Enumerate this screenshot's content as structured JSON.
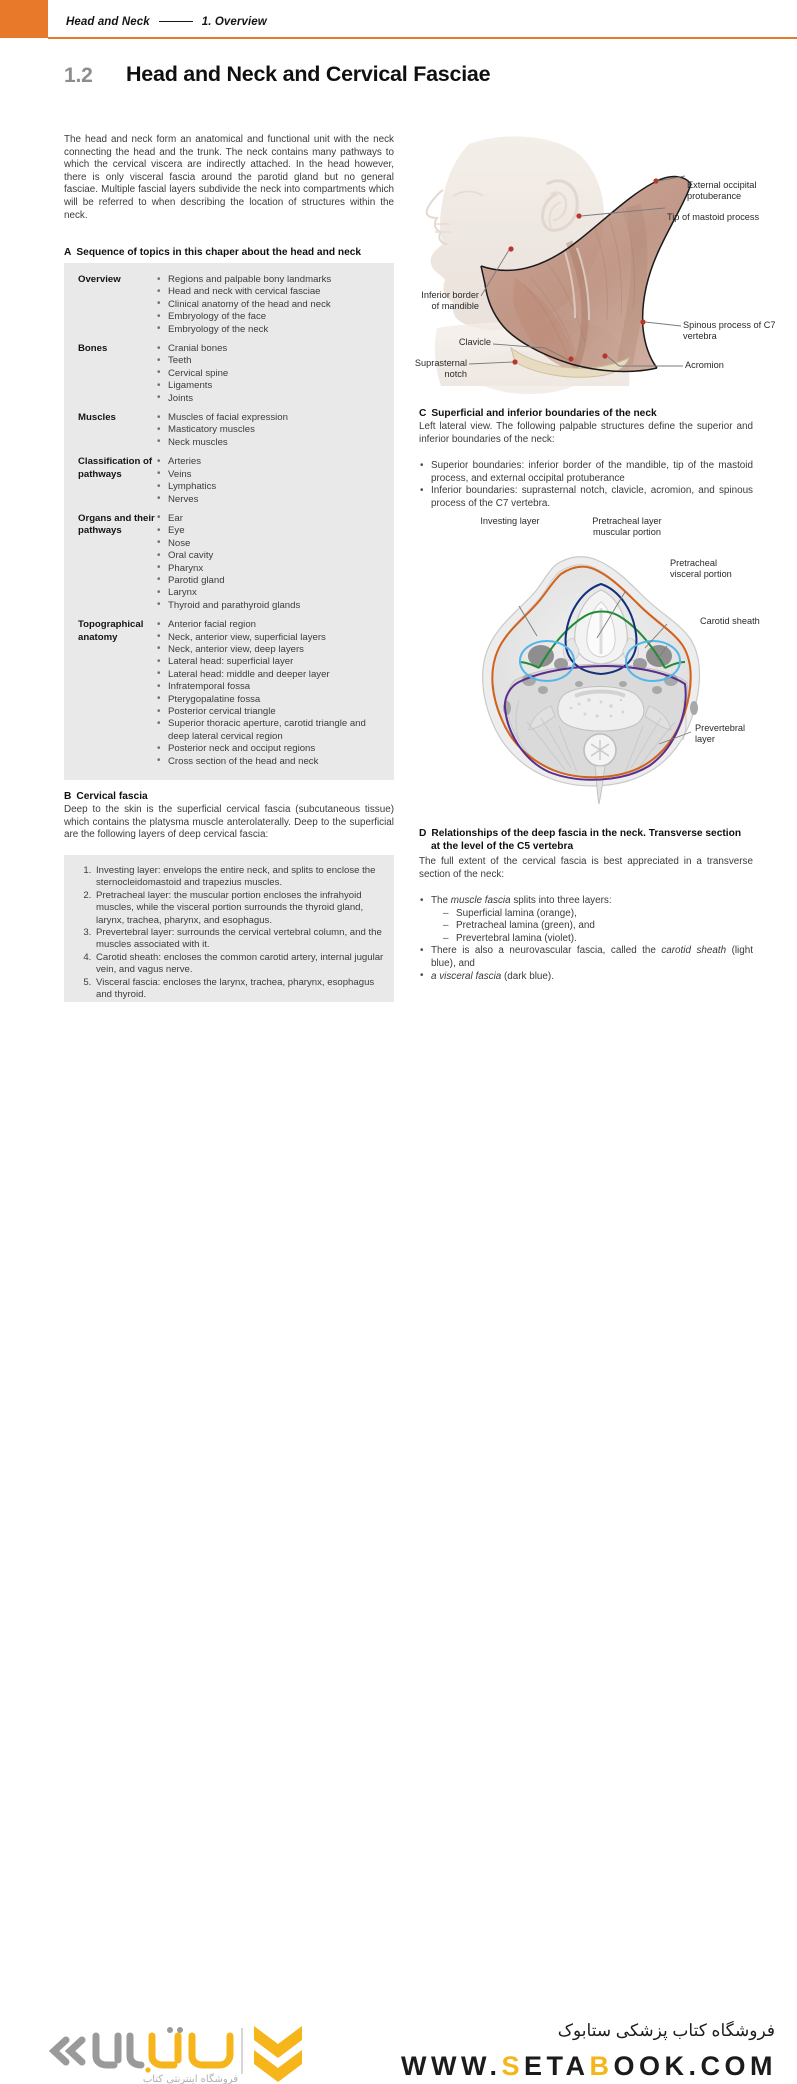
{
  "header": {
    "chapter": "Head and Neck",
    "section": "1.  Overview"
  },
  "title": {
    "number": "1.2",
    "text": "Head and Neck and Cervical Fasciae"
  },
  "intro": "The head and neck form an anatomical and functional unit with the neck connecting the head and the trunk. The neck contains many pathways to which the cervical viscera are indirectly attached. In the head however, there is only visceral fascia around the parotid gland but no general fasciae. Multiple fascial layers subdivide the neck into compartments which will be referred to when describing  the location of structures within the neck.",
  "section_a": {
    "letter": "A",
    "heading": "Sequence of topics in this chaper about the head and neck",
    "groups": [
      {
        "label": "Overview",
        "items": [
          "Regions and palpable bony landmarks",
          "Head and neck with cervical fasciae",
          "Clinical anatomy of the head and neck",
          "Embryology of the face",
          "Embryology of the neck"
        ]
      },
      {
        "label": "Bones",
        "items": [
          "Cranial bones",
          "Teeth",
          "Cervical spine",
          "Ligaments",
          "Joints"
        ]
      },
      {
        "label": "Muscles",
        "items": [
          "Muscles of facial expression",
          "Masticatory muscles",
          "Neck muscles"
        ]
      },
      {
        "label": "Classification of pathways",
        "items": [
          "Arteries",
          "Veins",
          "Lymphatics",
          "Nerves"
        ]
      },
      {
        "label": "Organs and their pathways",
        "items": [
          "Ear",
          "Eye",
          "Nose",
          "Oral cavity",
          "Pharynx",
          "Parotid gland",
          "Larynx",
          "Thyroid and parathyroid glands"
        ]
      },
      {
        "label": "Topographical anatomy",
        "items": [
          "Anterior facial region",
          "Neck, anterior view, superficial layers",
          "Neck, anterior view, deep layers",
          "Lateral head: superficial layer",
          "Lateral head: middle and deeper layer",
          "Infratemporal fossa",
          "Pterygopalatine fossa",
          "Posterior cervical triangle",
          "Superior thoracic aperture, carotid triangle and deep lateral cervical region",
          "Posterior neck and occiput regions",
          "Cross section of the head and neck"
        ]
      }
    ]
  },
  "section_b": {
    "letter": "B",
    "heading": "Cervical fascia",
    "body": "Deep to the skin is the superficial cervical fascia (subcutaneous tissue) which contains the platysma muscle anterolaterally. Deep to the superficial are the following layers of deep cervical fascia:",
    "layers": [
      "Investing layer: envelops the entire neck, and splits to enclose the sternocleidomastoid and trapezius muscles.",
      "Pretracheal layer: the muscular portion encloses the infrahyoid muscles, while the visceral portion surrounds the thyroid gland, larynx, trachea, pharynx, and esophagus.",
      "Prevertebral layer: surrounds the cervical vertebral column, and the muscles associated with it.",
      "Carotid sheath: encloses the common carotid artery, internal jugular vein, and vagus nerve.",
      "Visceral fascia: encloses the larynx, trachea, pharynx, esophagus and thyroid."
    ]
  },
  "section_c": {
    "letter": "C",
    "heading": "Superficial and inferior boundaries of the neck",
    "body": "Left lateral view. The following palpable structures define the superior and inferior boundaries of the neck:",
    "bullets": [
      "Superior boundaries: inferior border of the mandible, tip of the mastoid process, and external occipital protuberance",
      "Inferior boundaries: suprasternal notch, clavicle, acromion, and spinous process of the C7 vertebra."
    ],
    "figure_labels": {
      "external_occipital": "External occipital protuberance",
      "mastoid": "Tip of mastoid process",
      "mandible": "Inferior border of mandible",
      "clavicle": "Clavicle",
      "suprasternal": "Suprasternal notch",
      "spinous": "Spinous process of C7 vertebra",
      "acromion": "Acromion"
    }
  },
  "section_d": {
    "letter": "D",
    "heading_line1": "Relationships of the deep fascia in the neck. Transverse section",
    "heading_line2": "at the level of the C5 vertebra",
    "body": "The full extent of the cervical fascia is best appreciated in a transverse section of the neck:",
    "bullets": {
      "muscle_fascia_intro_a": "The ",
      "muscle_fascia_em": "muscle fascia",
      "muscle_fascia_intro_b": " splits into three layers:",
      "laminae": [
        "Superficial lamina (orange),",
        "Pretracheal lamina (green), and",
        "Prevertebral lamina (violet)."
      ],
      "neurovascular_a": "There is also a neurovascular fascia, called the ",
      "neurovascular_em": "carotid sheath",
      "neurovascular_b": " (light blue), and",
      "visceral_em": "a visceral fascia",
      "visceral_b": " (dark blue)."
    },
    "figure_labels": {
      "investing": "Investing layer",
      "pretracheal_muscular": "Pretracheal layer muscular portion",
      "pretracheal_visceral": "Pretracheal visceral portion",
      "carotid_sheath": "Carotid sheath",
      "prevertebral": "Prevertebral layer"
    },
    "fascia_colors": {
      "superficial_lamina": "#d2621b",
      "pretracheal_lamina": "#1f8c35",
      "prevertebral_lamina": "#5b2d8e",
      "carotid_sheath": "#54b6e8",
      "visceral_fascia": "#14307d"
    }
  },
  "footer": {
    "persian_tagline": "فروشگاه کتاب پزشکی ستابوک",
    "logo_word": "ستابوک",
    "logo_sub": "فروشگاه اینترنتی کتاب",
    "url_parts": [
      {
        "t": "WWW.",
        "c": "dark"
      },
      {
        "t": "S",
        "c": "yellow"
      },
      {
        "t": "ETA",
        "c": "dark"
      },
      {
        "t": "B",
        "c": "yellow"
      },
      {
        "t": "OOK.COM",
        "c": "dark"
      }
    ],
    "url_plain": "WWW.SETABOOK.COM",
    "accent_yellow": "#f5b51b",
    "logo_gray": "#9a9a9a"
  },
  "theme": {
    "orange": "#e8792b",
    "box_gray": "#e9e9e9"
  }
}
